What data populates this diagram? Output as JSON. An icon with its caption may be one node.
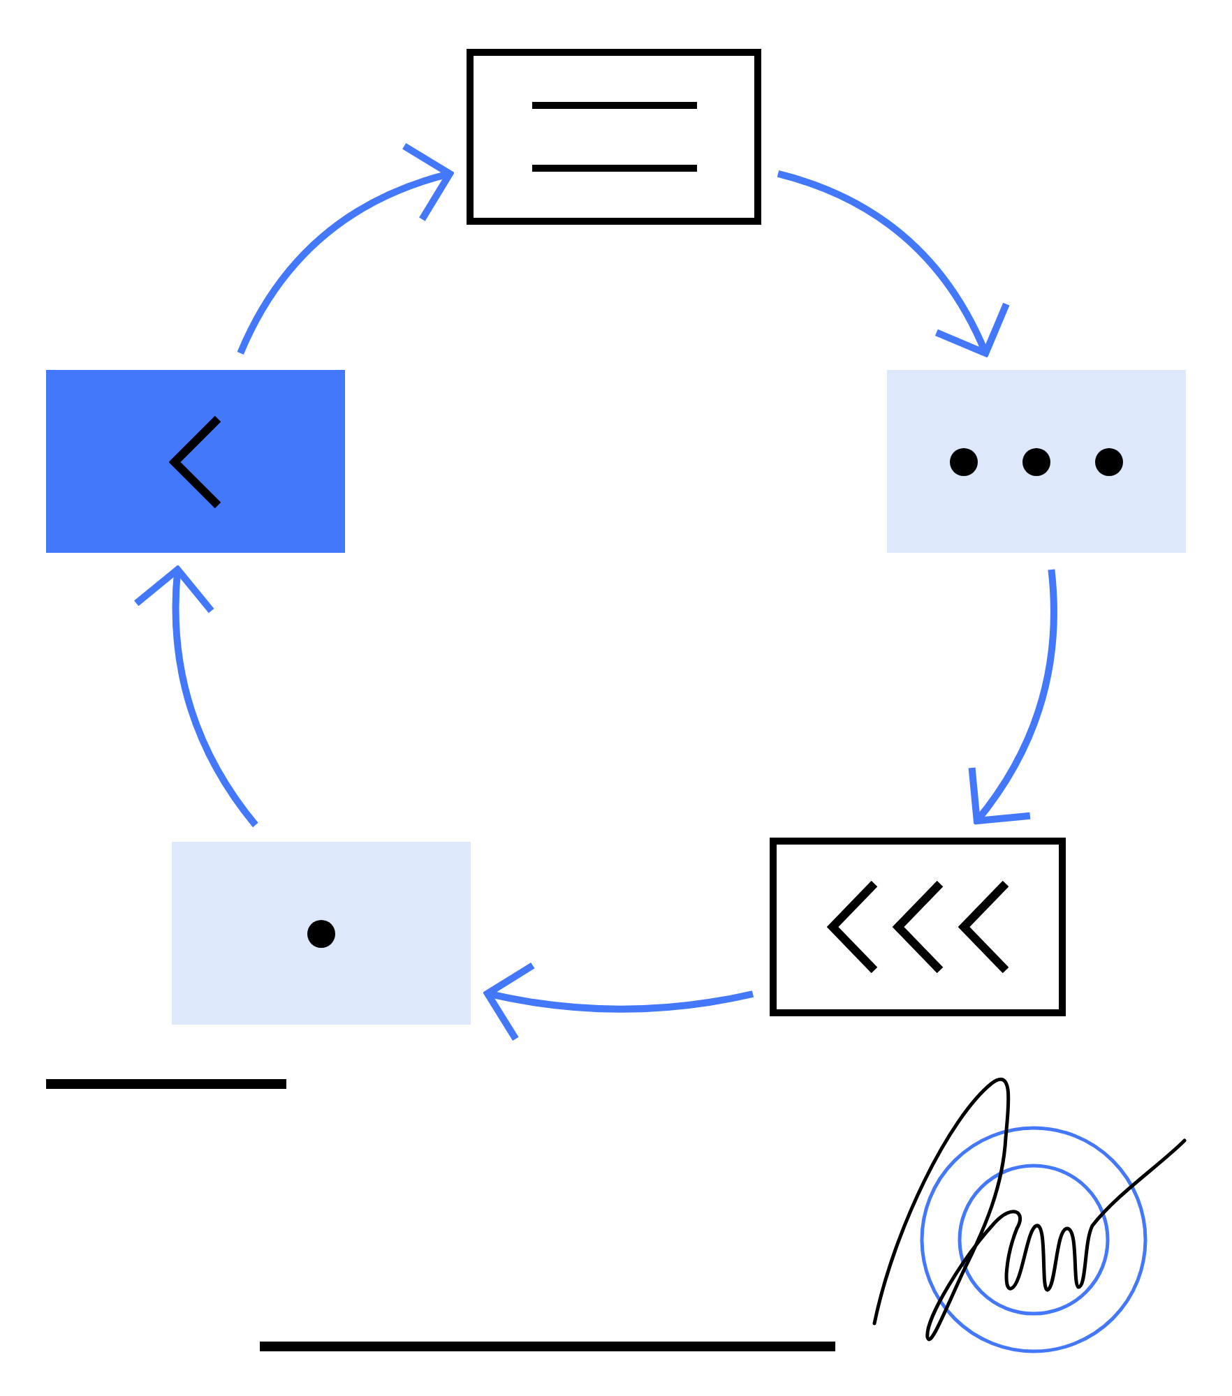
{
  "diagram": {
    "nodes": [
      {
        "text": [],
        "shape": "box"
      },
      {
        "text": [],
        "shape": "box"
      },
      {
        "text": [],
        "shape": "box"
      },
      {
        "text": [],
        "shape": "box"
      },
      {
        "text": [],
        "shape": "box"
      }
    ],
    "edges": [
      {
        "from": 0,
        "to": 2,
        "arrow": "to"
      },
      {
        "from": 2,
        "to": 4,
        "arrow": "to"
      },
      {
        "from": 4,
        "to": 3,
        "arrow": "to"
      },
      {
        "from": 3,
        "to": 1,
        "arrow": "to"
      },
      {
        "from": 1,
        "to": 0,
        "arrow": "to"
      }
    ]
  }
}
